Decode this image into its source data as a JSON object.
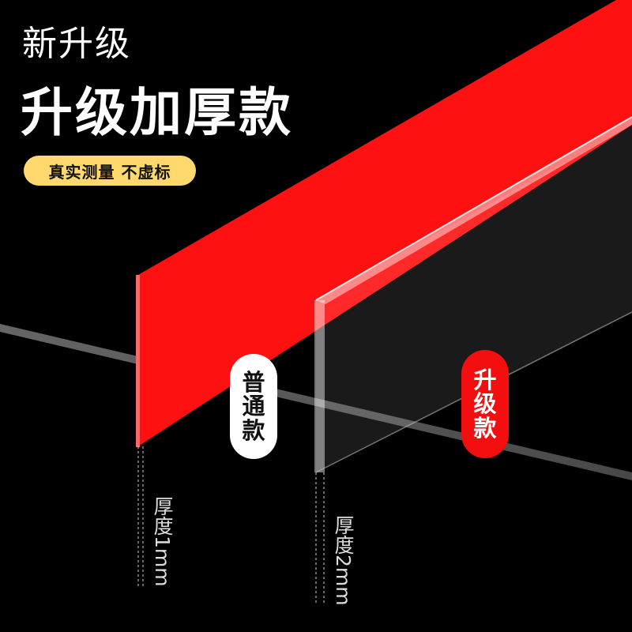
{
  "headline": "新升级",
  "subheadline": "升级加厚款",
  "badge": "真实测量 不虚标",
  "tag_normal": [
    "普",
    "通",
    "款"
  ],
  "tag_upgrade": [
    "升",
    "级",
    "款"
  ],
  "thickness_normal": "厚度1mm",
  "thickness_upgrade": "厚度2mm",
  "colors": {
    "background": "#000000",
    "red_strip": "#ff1111",
    "badge": "#ffd86e",
    "tag_red": "#f30f0f"
  }
}
